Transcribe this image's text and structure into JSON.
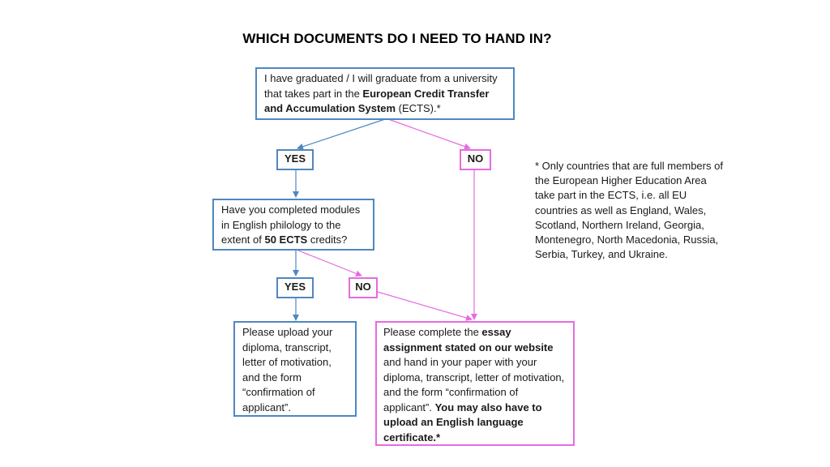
{
  "title": "WHICH DOCUMENTS DO I NEED TO HAND IN?",
  "colors": {
    "yes_border": "#4f87c0",
    "no_border": "#e66be0"
  },
  "nodes": {
    "start": {
      "pre": "I have graduated / I will graduate from a university that takes part in the ",
      "bold": "European Credit Transfer and Accumulation System",
      "post": " (ECTS).*"
    },
    "yes1": "YES",
    "no1": "NO",
    "question": {
      "pre": "Have you completed modules in English philology to the extent of ",
      "bold": "50 ECTS",
      "post": " credits?"
    },
    "yes2": "YES",
    "no2": "NO",
    "upload": "Please upload your diploma, transcript, letter of motivation, and the form “confirmation of applicant”.",
    "essay": {
      "pre": "Please complete the ",
      "bold1": "essay assignment stated on our website",
      "mid": " and hand in your paper with your diploma, transcript, letter of motivation, and the form “confirmation of applicant”. ",
      "bold2": "You may also have to upload an English language certificate.*"
    }
  },
  "footnote": "* Only countries that are full members of the European Higher Education Area take part in the ECTS, i.e. all EU countries as well as England, Wales, Scotland, Northern Ireland, Georgia, Montenegro, North Macedonia, Russia, Serbia, Turkey, and Ukraine."
}
